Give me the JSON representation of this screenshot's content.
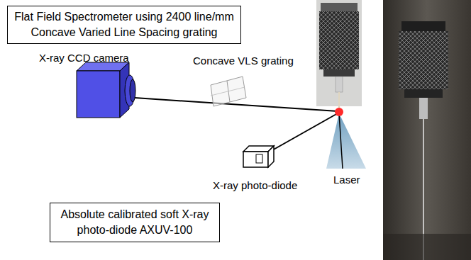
{
  "diagram": {
    "nodes": [
      {
        "text": [
          "Flat Field Spectrometer using 2400 line/mm Concave Varied Line Spacing grating"
        ]
      },
      {
        "text": [
          "Absolute calibrated soft X-ray photo-diode AXUV-100"
        ]
      }
    ],
    "labels": [
      "Concave VLS grating",
      "X-ray CCD camera",
      "X-ray photo-diode",
      "Laser"
    ]
  }
}
